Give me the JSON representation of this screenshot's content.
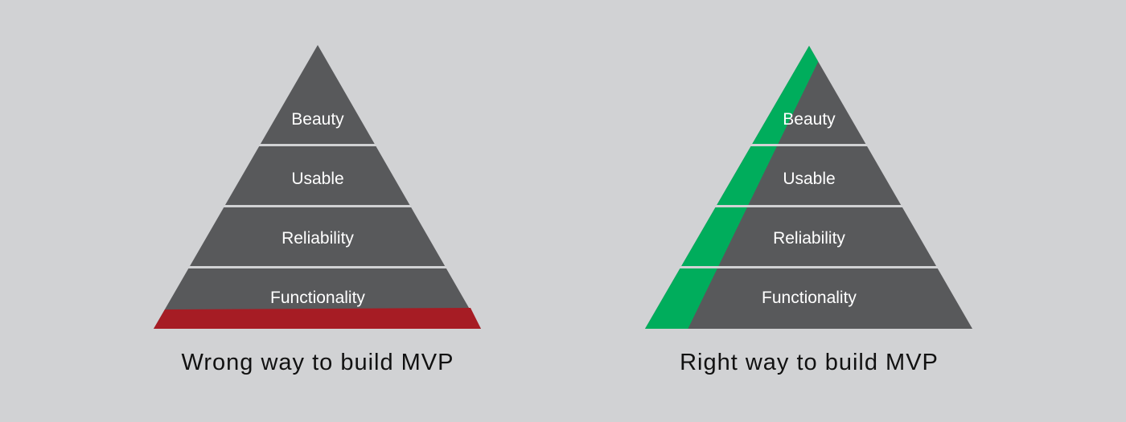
{
  "colors": {
    "background": "#d1d2d4",
    "pyramid": "#58595b",
    "separator": "#d1d2d4",
    "wrong_highlight": "#a61c24",
    "right_highlight": "#00ad5c"
  },
  "left_pyramid": {
    "layers": [
      "Beauty",
      "Usable",
      "Reliability",
      "Functionality"
    ],
    "caption": "Wrong way to build MVP"
  },
  "right_pyramid": {
    "layers": [
      "Beauty",
      "Usable",
      "Reliability",
      "Functionality"
    ],
    "caption": "Right way to build MVP"
  }
}
